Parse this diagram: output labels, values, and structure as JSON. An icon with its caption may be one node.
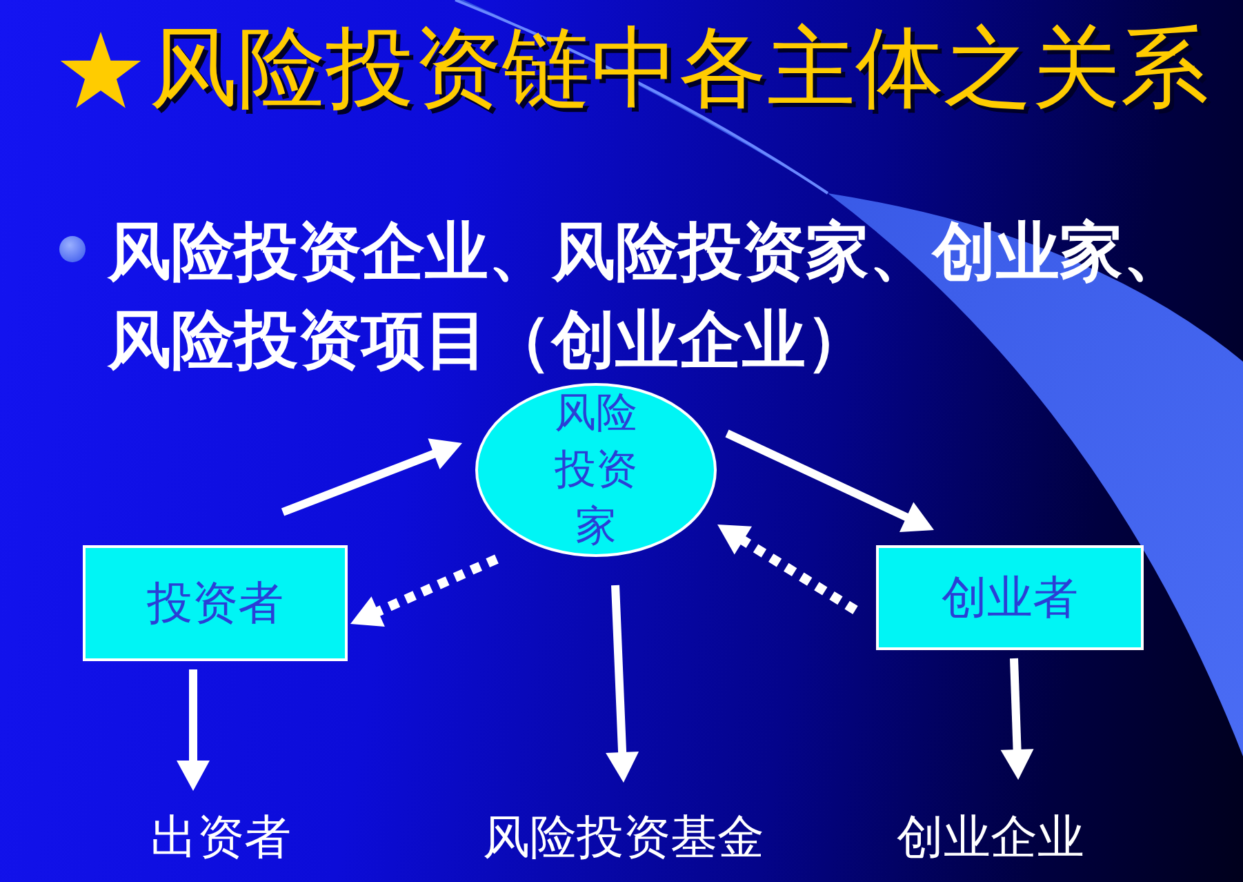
{
  "diagram": {
    "title": "风险投资链中各主体之关系",
    "nodes": [
      {
        "text": [
          "风险投资家"
        ]
      },
      {
        "text": [
          "投资者"
        ]
      },
      {
        "text": [
          "创业者"
        ]
      },
      {
        "text": [
          "出资者"
        ]
      },
      {
        "text": [
          "风险投资基金"
        ]
      },
      {
        "text": [
          "创业企业"
        ]
      }
    ],
    "edges": [
      {
        "from": 1,
        "to": 0,
        "arrow": "to"
      },
      {
        "from": 0,
        "to": 2,
        "arrow": "to"
      },
      {
        "from": 0,
        "to": 1,
        "arrow": "to",
        "style": "dashed"
      },
      {
        "from": 2,
        "to": 0,
        "arrow": "to",
        "style": "dashed"
      },
      {
        "from": 1,
        "to": 3,
        "arrow": "to"
      },
      {
        "from": 0,
        "to": 4,
        "arrow": "to"
      },
      {
        "from": 2,
        "to": 5,
        "arrow": "to"
      }
    ],
    "labels": [
      "风险投资企业、风险投资家、创业家、风险投资项目（创业企业）"
    ]
  }
}
